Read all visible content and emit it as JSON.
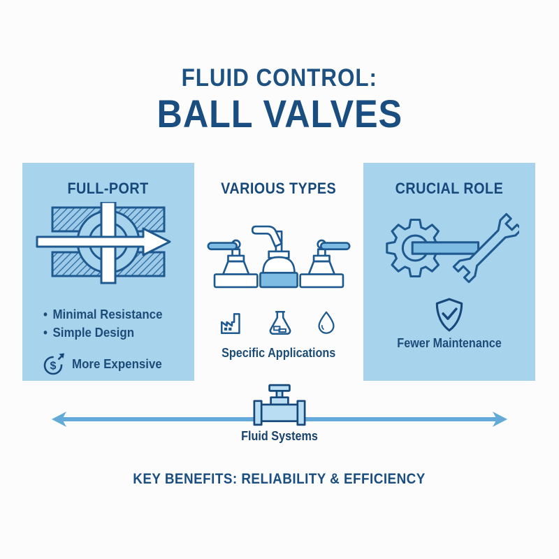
{
  "colors": {
    "background": "#fcfcfc",
    "panel_blue": "#a8d3ed",
    "title_navy": "#1b4e80",
    "text_navy": "#1c4c78",
    "icon_stroke": "#1e5a8f",
    "icon_fill_medium": "#7fbce4",
    "icon_fill_light": "#bcdef3",
    "flow_arrow_blue": "#63aad9"
  },
  "title": {
    "line1": "FLUID CONTROL:",
    "line2": "BALL VALVES"
  },
  "panels": {
    "full_port": {
      "header": "FULL-PORT",
      "bullet_char": "•",
      "bullets": [
        "Minimal Resistance",
        "Simple Design"
      ],
      "cost_icon_symbol": "$",
      "cost_note": "More Expensive",
      "icons": [
        "full-port-valve-cross-section",
        "dollar-rising-cost-icon"
      ]
    },
    "various_types": {
      "header": "VARIOUS TYPES",
      "caption": "Specific Applications",
      "icons": [
        "lever-valve-left",
        "angle-valve-up",
        "lever-valve-right",
        "factory-icon",
        "flask-icon",
        "droplet-icon"
      ]
    },
    "crucial_role": {
      "header": "CRUCIAL ROLE",
      "caption": "Fewer Maintenance",
      "icons": [
        "gear-wrench-icon",
        "shield-check-icon"
      ]
    }
  },
  "footer": {
    "flow_axis_label": "Fluid Systems",
    "flow_axis_icon": "pipe-valve-icon",
    "key_benefits": "KEY BENEFITS: RELIABILITY & EFFICIENCY"
  }
}
